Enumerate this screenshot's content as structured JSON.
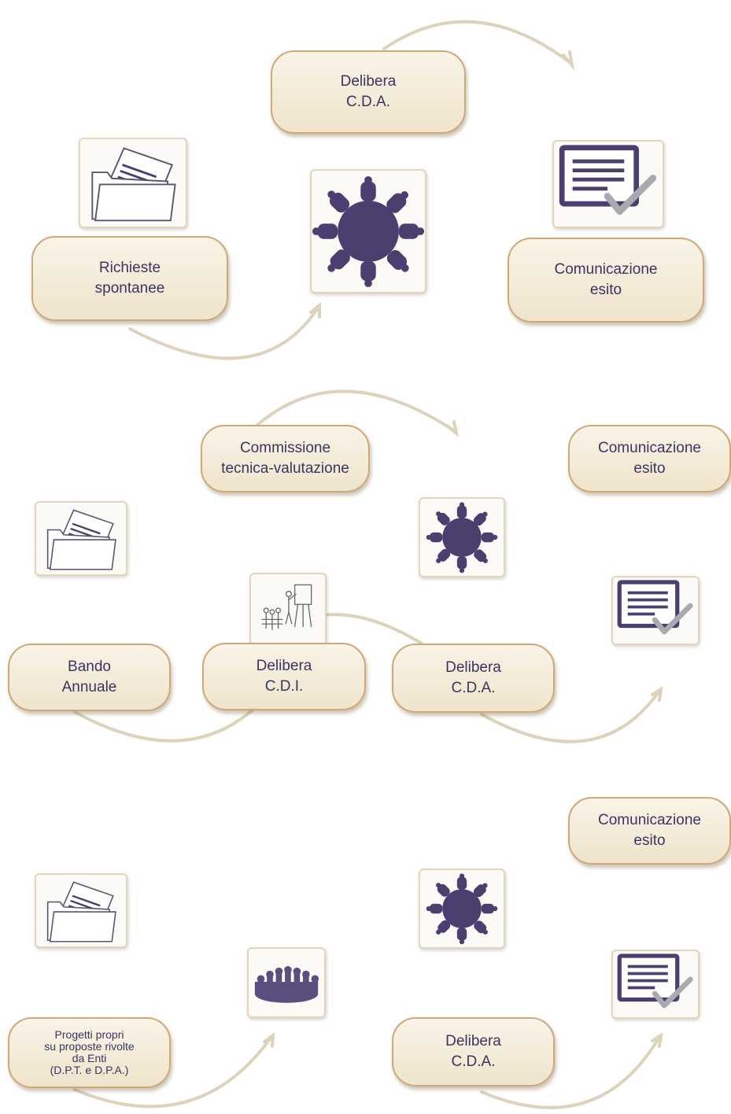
{
  "colors": {
    "icon_fill": "#4a3f6e",
    "box_border": "#cfa877",
    "box_fill": "#f5eddb",
    "arrow": "#ddd3bd",
    "check": "#a9a9b0"
  },
  "flows": [
    {
      "boxes": [
        {
          "line1": "Delibera",
          "line2": "C.D.A."
        },
        {
          "line1": "Richieste",
          "line2": "spontanee"
        },
        {
          "line1": "Comunicazione",
          "line2": "esito"
        }
      ]
    },
    {
      "boxes": [
        {
          "line1": "Commissione",
          "line2": "tecnica-valutazione"
        },
        {
          "line1": "Comunicazione",
          "line2": "esito"
        },
        {
          "line1": "Bando",
          "line2": "Annuale"
        },
        {
          "line1": "Delibera",
          "line2": "C.D.A."
        }
      ]
    },
    {
      "boxes": [
        {
          "line1": "Delibera",
          "line2": "C.D.I."
        },
        {
          "line1": "Comunicazione",
          "line2": "esito"
        },
        {
          "lines": [
            "Progetti propri",
            "su proposte rivolte",
            "da Enti",
            "(D.P.T. e D.P.A.)"
          ]
        },
        {
          "line1": "Delibera",
          "line2": "C.D.A."
        }
      ]
    }
  ],
  "icons": {
    "documents": "folder-documents-icon",
    "meeting": "round-table-meeting-icon",
    "result": "document-checkmark-icon",
    "commission": "presentation-audience-icon",
    "council": "council-assembly-icon"
  }
}
